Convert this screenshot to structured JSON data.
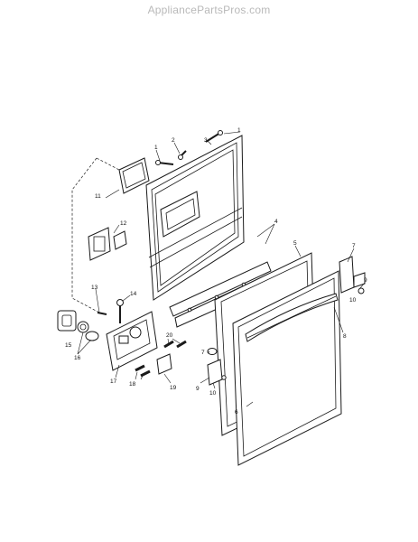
{
  "watermark": "AppliancePartsPros.com",
  "callouts": [
    "1",
    "1",
    "2",
    "3",
    "4",
    "5",
    "6",
    "7",
    "7",
    "8",
    "9",
    "9",
    "10",
    "10",
    "11",
    "12",
    "13",
    "14",
    "15",
    "16",
    "17",
    "18",
    "19",
    "20"
  ]
}
